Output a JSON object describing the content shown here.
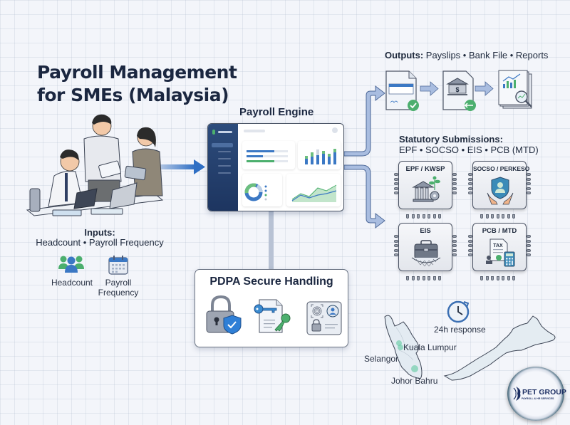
{
  "title": {
    "line1": "Payroll Management",
    "line2": "for SMEs (Malaysia)"
  },
  "inputs": {
    "heading": "Inputs:",
    "subheading": "Headcount • Payroll Frequency",
    "items": [
      {
        "icon": "people-icon",
        "label": "Headcount"
      },
      {
        "icon": "calendar-icon",
        "label_line1": "Payroll",
        "label_line2": "Frequency"
      }
    ]
  },
  "engine": {
    "title": "Payroll Engine"
  },
  "outputs": {
    "heading_bold": "Outputs:",
    "heading_rest": " Payslips • Bank File • Reports",
    "items": [
      {
        "icon": "payslip-approved-icon",
        "name": "Payslips"
      },
      {
        "icon": "bank-file-transfer-icon",
        "name": "Bank File"
      },
      {
        "icon": "report-analytics-icon",
        "name": "Reports"
      }
    ]
  },
  "statutory": {
    "heading": "Statutory Submissions:",
    "subheading": "EPF • SOCSO • EIS • PCB (MTD)",
    "items": [
      {
        "label": "EPF / KWSP",
        "icon": "bank-growth-icon"
      },
      {
        "label": "SOCSO / PERKESO",
        "icon": "shield-hands-icon"
      },
      {
        "label": "EIS",
        "icon": "briefcase-net-icon"
      },
      {
        "label": "PCB / MTD",
        "icon": "tax-calculator-icon"
      },
      {
        "tax_word": "TAX"
      }
    ]
  },
  "pdpa": {
    "title": "PDPA Secure Handling",
    "icons": [
      "lock-shield-icon",
      "document-keys-icon",
      "biometric-id-icon"
    ]
  },
  "map": {
    "response_label": "24h response",
    "locations": [
      "Kuala Lumpur",
      "Selangor",
      "Johor Bahru"
    ]
  },
  "logo": {
    "name": "PET GROUP",
    "tagline": "PAYROLL & HR SERVICES"
  },
  "colors": {
    "arrow": "#8fa8d0",
    "accent_blue": "#3b78c4",
    "accent_green": "#4caf6e",
    "navy": "#1d3560"
  }
}
